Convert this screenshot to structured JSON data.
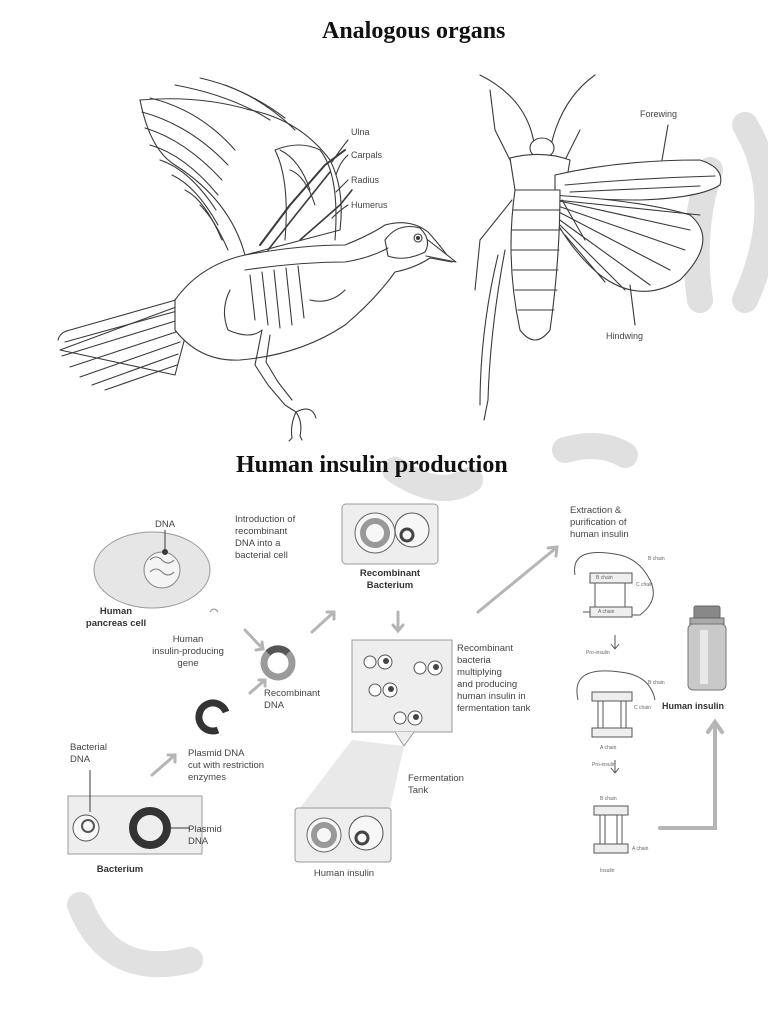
{
  "titles": {
    "analogous": "Analogous organs",
    "insulin": "Human insulin production"
  },
  "bird_labels": [
    "Ulna",
    "Carpals",
    "Radius",
    "Humerus"
  ],
  "insect_labels": {
    "forewing": "Forewing",
    "hindwing": "Hindwing"
  },
  "insulin": {
    "dna": "DNA",
    "pancreas_cell": "Human\npancreas cell",
    "gene": "Human\ninsulin-producing\ngene",
    "introduction": "Introduction of\nrecombinant\nDNA into a\nbacterial cell",
    "recombinant_bacterium": "Recombinant\nBacterium",
    "recombinant_dna": "Recombinant\nDNA",
    "plasmid_cut": "Plasmid DNA\ncut with restriction\nenzymes",
    "bacterial_dna": "Bacterial\nDNA",
    "plasmid_dna": "Plasmid\nDNA",
    "bacterium": "Bacterium",
    "multiplying": "Recombinant\nbacteria\nmultiplying\nand producing\nhuman insulin in\nfermentation tank",
    "fermentation_tank": "Fermentation\nTank",
    "human_insulin_bottom": "Human insulin",
    "extraction": "Extraction &\npurification of\nhuman insulin",
    "human_insulin_bottle": "Human insulin",
    "chain_labels": {
      "b_chain": "B chain",
      "a_chain": "A chain",
      "c_chain": "C chain",
      "pro_insulin": "Pro-insulin",
      "proinsulin": "Pro-insulin",
      "insulin": "Insulin"
    }
  },
  "colors": {
    "line": "#3a3a3a",
    "box_fill": "#eeeeee",
    "box_stroke": "#9a9a9a",
    "arrow": "#b5b5b5",
    "watermark": "#d9d9d9",
    "cell_fill": "#e6e6e6"
  }
}
